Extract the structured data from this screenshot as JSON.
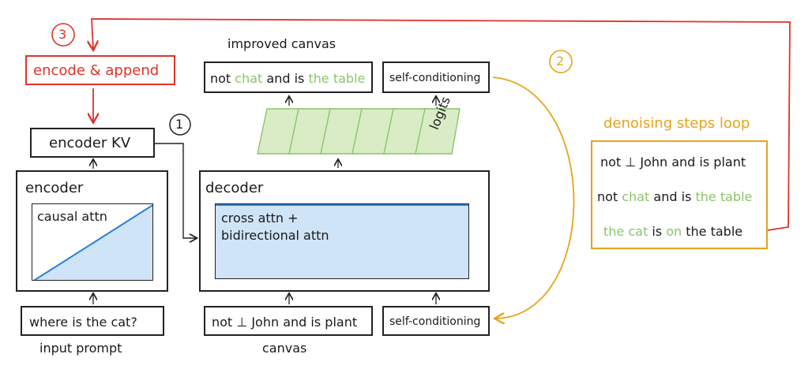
{
  "steps": {
    "step1": "1",
    "step2": "2",
    "step3": "3"
  },
  "encode_append": "encode & append",
  "encoder_kv": "encoder KV",
  "encoder": {
    "title": "encoder",
    "attn": "causal attn"
  },
  "decoder": {
    "title": "decoder",
    "attn_line1": "cross attn +",
    "attn_line2": "bidirectional attn"
  },
  "input_prompt": {
    "text": "where is the cat?",
    "label": "input prompt"
  },
  "canvas": {
    "label": "canvas",
    "tokens": [
      {
        "text": "not",
        "green": false
      },
      {
        "text": "⊥",
        "green": false
      },
      {
        "text": "John",
        "green": false
      },
      {
        "text": "and",
        "green": false
      },
      {
        "text": "is",
        "green": false
      },
      {
        "text": "plant",
        "green": false
      }
    ]
  },
  "improved_canvas": {
    "label": "improved canvas",
    "tokens": [
      {
        "text": "not",
        "green": false
      },
      {
        "text": "chat",
        "green": true
      },
      {
        "text": "and",
        "green": false
      },
      {
        "text": "is",
        "green": false
      },
      {
        "text": "the",
        "green": true
      },
      {
        "text": "table",
        "green": true
      }
    ]
  },
  "self_conditioning": "self-conditioning",
  "logits": "logits",
  "loop": {
    "title": "denoising steps loop",
    "lines": [
      [
        {
          "text": "not",
          "green": false
        },
        {
          "text": "⊥",
          "green": false
        },
        {
          "text": "John",
          "green": false
        },
        {
          "text": "and",
          "green": false
        },
        {
          "text": "is",
          "green": false
        },
        {
          "text": "plant",
          "green": false
        }
      ],
      [
        {
          "text": "not",
          "green": false
        },
        {
          "text": "chat",
          "green": true
        },
        {
          "text": "and",
          "green": false
        },
        {
          "text": "is",
          "green": false
        },
        {
          "text": "the",
          "green": true
        },
        {
          "text": "table",
          "green": true
        }
      ],
      [
        {
          "text": "the",
          "green": true
        },
        {
          "text": "cat",
          "green": true
        },
        {
          "text": "is",
          "green": false
        },
        {
          "text": "on",
          "green": true
        },
        {
          "text": "the",
          "green": false
        },
        {
          "text": "table",
          "green": false
        }
      ]
    ]
  },
  "colors": {
    "green": "#8cc46a",
    "green_fill": "#d9ecc6",
    "blue_fill": "#cfe4f7",
    "blue_line": "#2a7fd4",
    "orange": "#e8a317",
    "red": "#e0322a",
    "ink": "#222222"
  }
}
